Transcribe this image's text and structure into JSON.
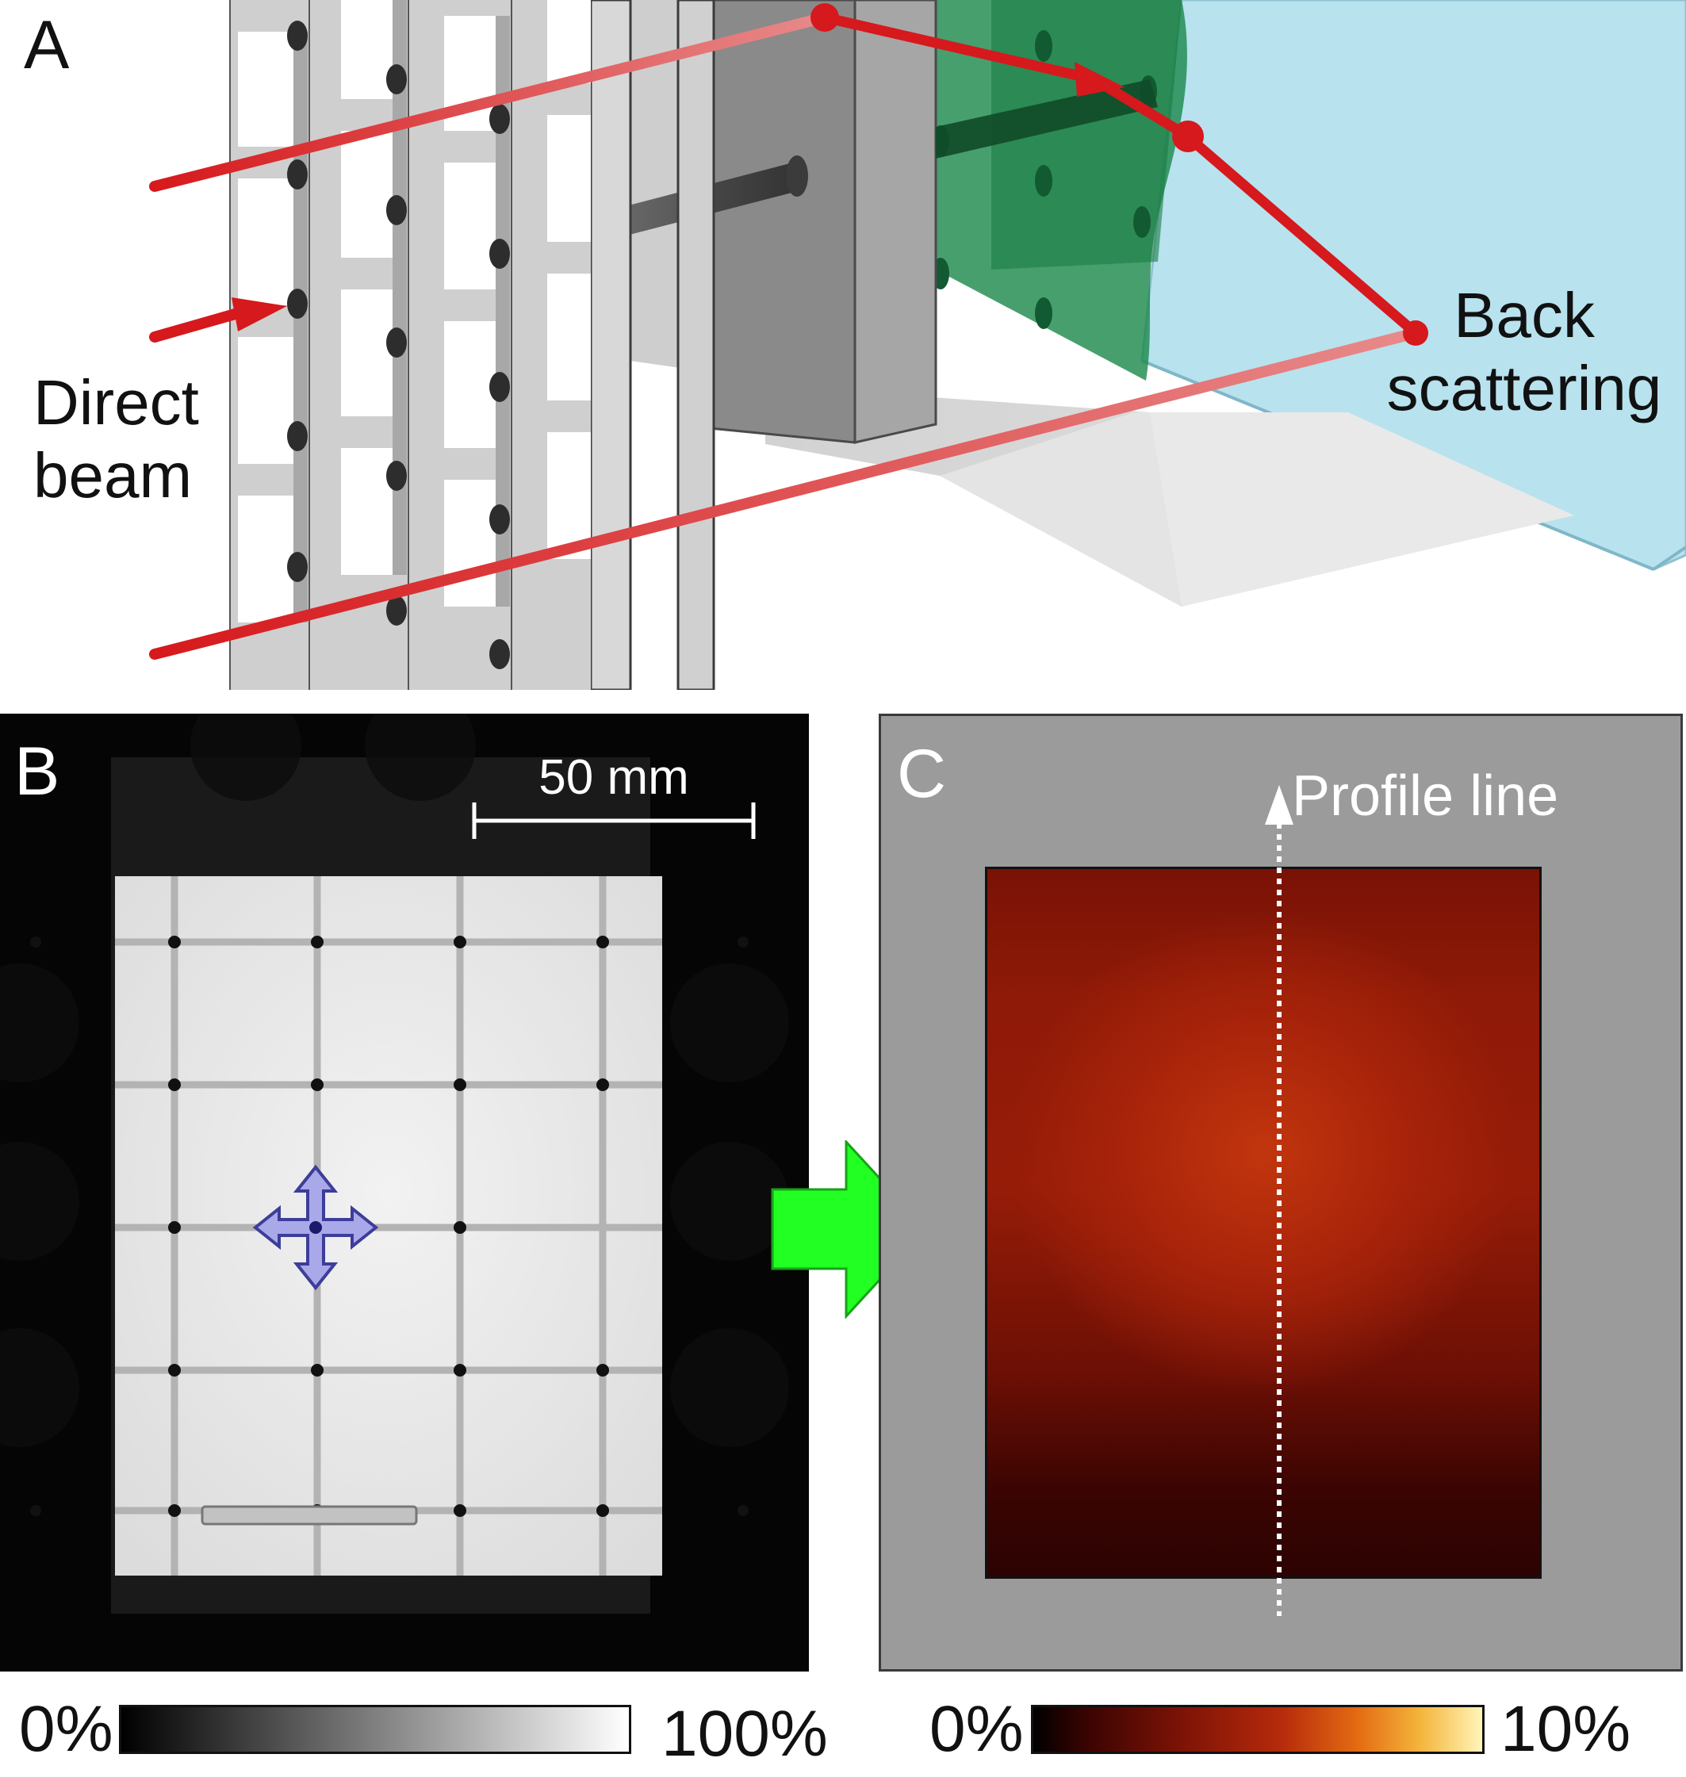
{
  "panels": {
    "a": {
      "letter": "A",
      "direct_beam": [
        "Direct",
        "beam"
      ],
      "back_scattering": [
        "Back",
        "scattering"
      ]
    },
    "b": {
      "letter": "B",
      "scale_bar": "50 mm",
      "colorbar": {
        "min": "0%",
        "max": "100%"
      }
    },
    "c": {
      "letter": "C",
      "profile_line": "Profile line",
      "colorbar": {
        "min": "0%",
        "max": "10%"
      }
    }
  },
  "colors": {
    "beam": "#d6191c",
    "green_plate": "#1e8a4e",
    "glass": "#b8e2ee",
    "arrow": "#22ff22",
    "move_cursor": "#a9a9ea",
    "dose_center": "#c2330d",
    "dose_edge": "#3a0402"
  }
}
